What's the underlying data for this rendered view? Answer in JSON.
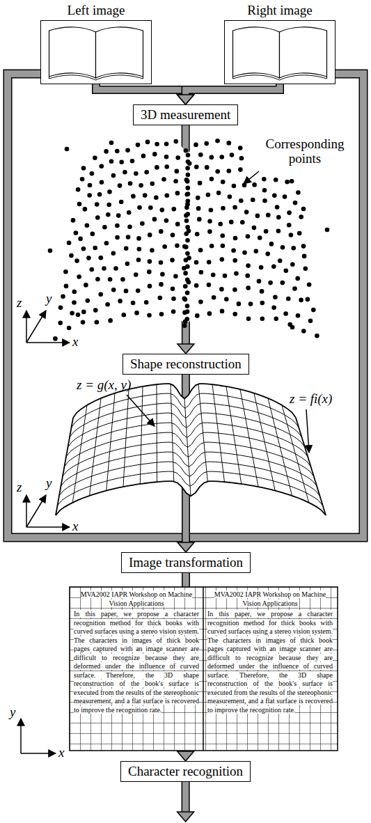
{
  "diagram": {
    "nodes": [
      {
        "text": [
          "Left image"
        ]
      },
      {
        "text": [
          "Right image"
        ]
      },
      {
        "text": [
          "3D measurement"
        ]
      },
      {
        "text": [
          "Shape reconstruction"
        ]
      },
      {
        "text": [
          "Image transformation"
        ]
      },
      {
        "text": [
          "Character recognition"
        ]
      }
    ],
    "edges": [
      {
        "from": 0,
        "to": 2,
        "arrow": "to"
      },
      {
        "from": 1,
        "to": 2,
        "arrow": "to"
      },
      {
        "from": 2,
        "to": 3,
        "arrow": "to"
      },
      {
        "from": 3,
        "to": 4,
        "arrow": "to"
      },
      {
        "from": 4,
        "to": 5,
        "arrow": "to"
      }
    ],
    "labels": [
      "Corresponding points",
      "z",
      "y",
      "x",
      "z = g(x, y)",
      "z = fi(x)",
      "z",
      "y",
      "x",
      "MVA2002 IAPR Workshop on Machine Vision Applications",
      "In this paper, we propose a character recognition method for thick books with curved surfaces using a stereo vision system. The characters in images of thick book pages captured with an image scanner are difficult to recognize because they are deformed under the influence of curved surface. Therefore, the 3D shape reconstruction of the book's surface is executed from the results of the stereophonic measurement, and a flat surface is recovered to improve the recognition rate.",
      "MVA2002 IAPR Workshop on Machine Vision Applications",
      "In this paper, we propose a character recognition method for thick books with curved surfaces using a stereo vision system. The characters in images of thick book pages captured with an image scanner are difficult to recognize because they are deformed under the influence of curved surface. Therefore, the 3D shape reconstruction of the book's surface is executed from the results of the stereophonic measurement, and a flat surface is recovered to improve the recognition rate.",
      "y",
      "x"
    ]
  }
}
